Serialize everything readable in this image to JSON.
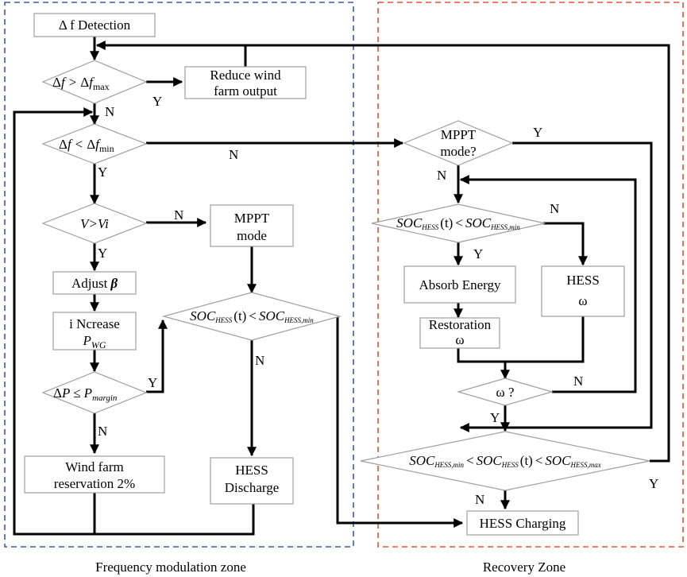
{
  "colors": {
    "left_zone": "#3b5ba8",
    "right_zone": "#e0533a",
    "line": "#000000",
    "box_border": "#9e9e9e"
  },
  "zones": {
    "left_label": "Frequency modulation zone",
    "right_label": "Recovery Zone"
  },
  "nodes": {
    "detection": "Δ f Detection",
    "reduce_line1": "Reduce wind",
    "reduce_line2": "farm output",
    "v_gt_vi": "V>Vi",
    "mppt_mode_line1": "MPPT",
    "mppt_mode_line2": "mode",
    "adjust": "Adjust",
    "adjust_symbol": "β",
    "increase_line1": "i Ncrease",
    "increase_sym": "P",
    "increase_sub": "WG",
    "wind_res_line1": "Wind farm",
    "wind_res_line2": "reservation 2%",
    "hess_dis_line1": "HESS",
    "hess_dis_line2": "Discharge",
    "mppt_q_line1": "MPPT",
    "mppt_q_line2": "mode?",
    "absorb": "Absorb Energy",
    "hess_w_line1": "HESS",
    "hess_w_line2": "ω",
    "restoration_line1": "Restoration",
    "restoration_line2": "ω",
    "omega_q": "ω ?",
    "hess_charging": "HESS Charging"
  },
  "math": {
    "delta": "Δ",
    "f": "f",
    "gt": ">",
    "lt": "<",
    "le": "≤",
    "max": "max",
    "min": "min",
    "P": "P",
    "margin": "margin",
    "soc": "SOC",
    "hess": "HESS",
    "t": "(t)",
    "hess_min": "HESS,min",
    "hess_max": "HESS,max"
  },
  "edge_labels": {
    "y1": "Y",
    "n1": "N",
    "y2": "Y",
    "n_mppt": "N",
    "n_v": "N",
    "y_v": "Y",
    "y_margin": "Y",
    "n_margin": "N",
    "n_soc_left": "N",
    "y_mppt_q": "Y",
    "n_mppt_q": "N",
    "n_soc_r": "N",
    "y_soc_r": "Y",
    "n_omega": "N",
    "y_omega": "Y",
    "y_range": "Y",
    "n_range": "N"
  }
}
